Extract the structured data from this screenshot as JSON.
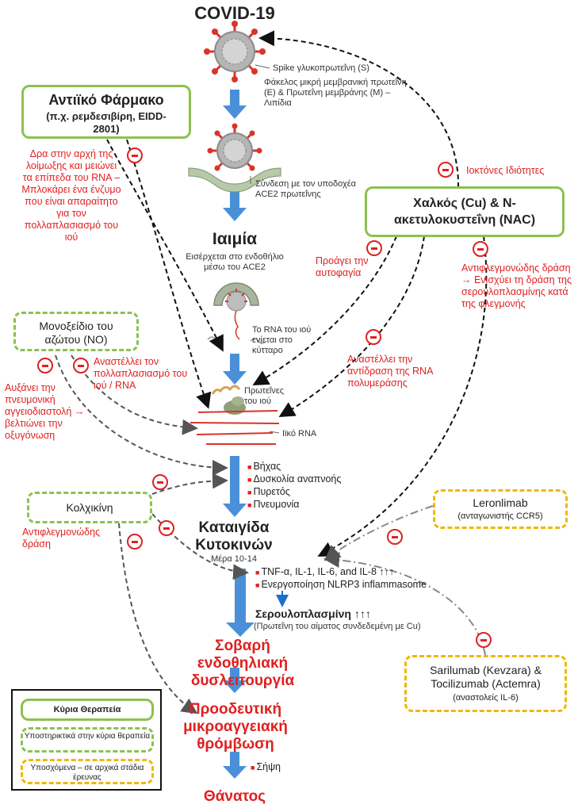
{
  "title": "COVID-19",
  "virus_labels": {
    "spike": "Spike γλυκοπρωτεΐνη (S)",
    "envelope": "Φάκελος μικρή μεμβρανική πρωτεΐνη (E) & Πρωτεΐνη μεμβράνης (M) – Λιπίδια",
    "binding": "Σύνδεση με τον υποδοχέα ACE2 πρωτεΐνης"
  },
  "stages": {
    "viremia": "Ιαιμία",
    "viremia_note": "Εισέρχεται στο ενδοθήλιο μέσω του ACE2",
    "rna_inject": "Το RNA του ιού ενίεται στο κύτταρο",
    "viral_proteins": "Πρωτεΐνες του ιού",
    "viral_rna": "Ιϊκό RNA",
    "symptoms": [
      "Βήχας",
      "Δυσκολία αναπνοής",
      "Πυρετός",
      "Πνευμονία"
    ],
    "storm": "Καταιγίδα Κυτοκινών",
    "storm_days": "Μέρα 10-14",
    "cytokines": [
      "TNF-α, IL-1, IL-6, and IL-8 ↑↑↑",
      "Ενεργοποίηση NLRP3 inflammasome"
    ],
    "ceruloplasmin": "Σερουλοπλασμίνη ↑↑↑",
    "ceruloplasmin_note": "(Πρωτεΐνη του αίματος συνδεδεμένη με Cu)",
    "endothelial": "Σοβαρή ενδοθηλιακή δυσλειτουργία",
    "thrombosis": "Προοδευτική μικροαγγειακή θρόμβωση",
    "sepsis": "Σήψη",
    "death": "Θάνατος"
  },
  "antiviral": {
    "title": "Αντιϊκό Φάρμακο",
    "subtitle": "(π.χ. ρεμδεσιβίρη, EIDD-2801)",
    "effect": "Δρα στην αρχή της λοίμωξης και μειώνει τα επίπεδα του RNA – Μπλοκάρει ένα ένζυμο που είναι απαραίτητο για τον πολλαπλασιασμό του ιού"
  },
  "copper": {
    "title": "Χαλκός (Cu) & N-ακετυλοκυστεΐνη (NAC)",
    "antiviral_props": "Ιοκτόνες Ιδιότητες",
    "autophagy": "Προάγει την αυτοφαγία",
    "anti_inflam": "Αντιφλεγμονώδης δράση → Ενισχύει τη δράση της σερουλοπλασμίνης κατά της φλεγμονής",
    "polymerase": "Αναστέλλει την αντίδραση της RNA πολυμεράσης"
  },
  "no": {
    "title": "Μονοξείδιο του αζώτου (NO)",
    "inhibit": "Αναστέλλει τον πολλαπλασιασμό του ιού / RNA",
    "vasodilation": "Αυξάνει την πνευμονική αγγειοδιαστολή → βελτιώνει την οξυγόνωση"
  },
  "colchicine": {
    "title": "Κολχικίνη",
    "effect": "Αντιφλεγμονώδης δράση"
  },
  "leronlimab": {
    "title": "Leronlimab",
    "subtitle": "(ανταγωνιστής CCR5)"
  },
  "il6": {
    "title": "Sarilumab (Kevzara) & Tocilizumab (Actemra)",
    "subtitle": "(αναστολείς IL-6)"
  },
  "legend": {
    "main": "Κύρια Θεραπεία",
    "support": "Υποστηρικτικά στην κύρια θεραπεία",
    "trial": "Υποσχόμενα – σε αρχικά στάδια έρευνας"
  },
  "colors": {
    "main_green": "#8cc152",
    "trial_yellow": "#f0b800",
    "flow_blue": "#4a90d9",
    "alert_red": "#e02020",
    "virus_red": "#d9342b",
    "virus_grey": "#a9a9a9"
  }
}
